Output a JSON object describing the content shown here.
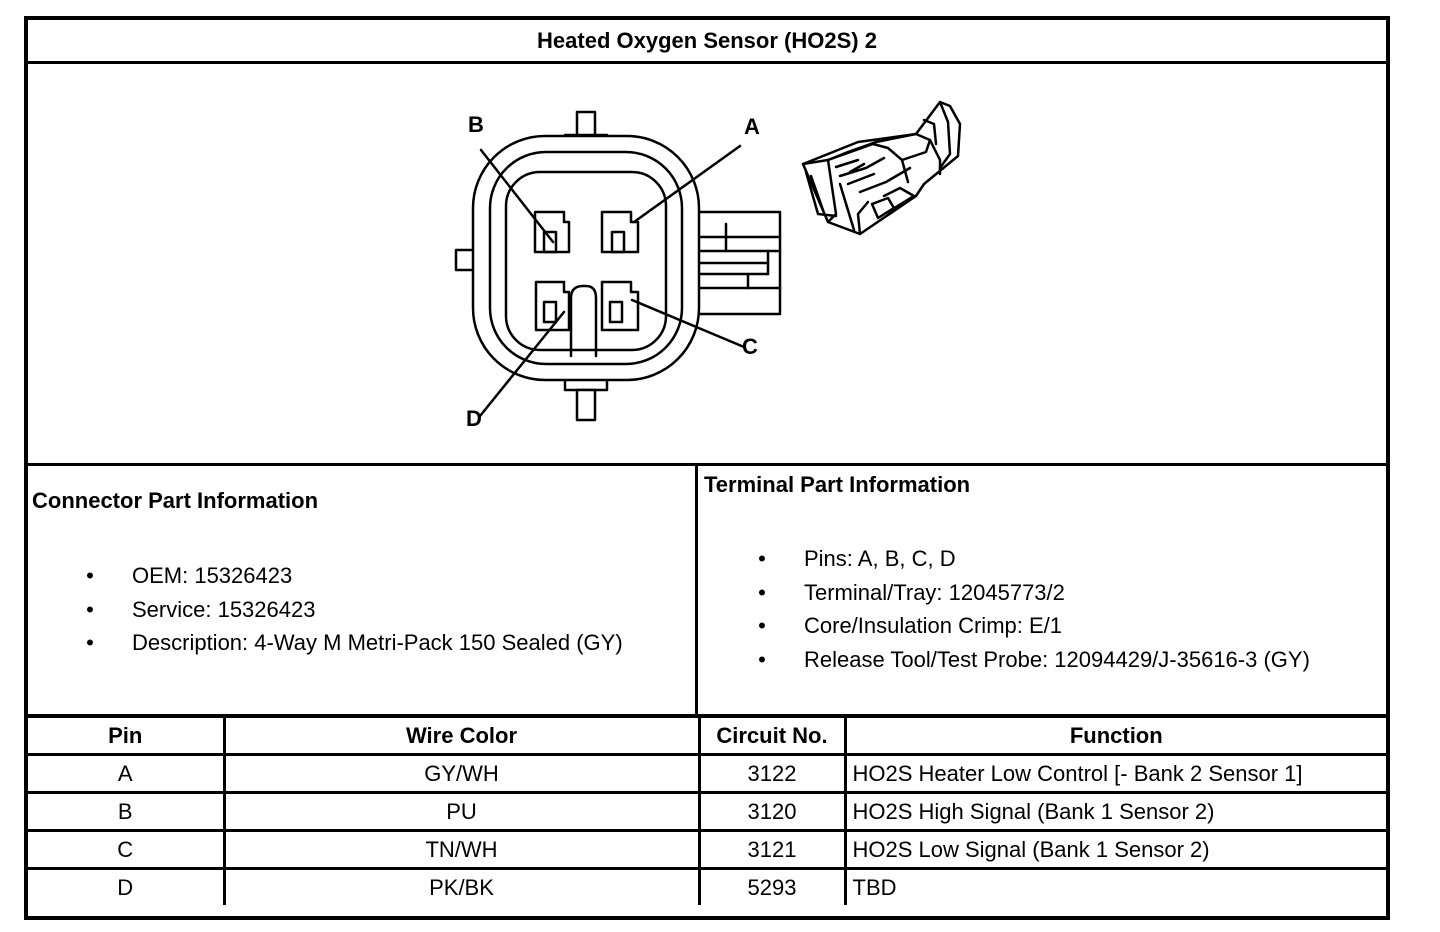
{
  "title": "Heated Oxygen Sensor (HO2S) 2",
  "diagram": {
    "pin_labels": [
      "A",
      "B",
      "C",
      "D"
    ]
  },
  "connector_info": {
    "title": "Connector Part Information",
    "items": [
      "OEM: 15326423",
      "Service: 15326423",
      "Description: 4-Way M Metri-Pack 150 Sealed (GY)"
    ]
  },
  "terminal_info": {
    "title": "Terminal Part Information",
    "items": [
      "Pins: A, B, C, D",
      "Terminal/Tray: 12045773/2",
      "Core/Insulation Crimp: E/1",
      "Release Tool/Test Probe: 12094429/J-35616-3 (GY)"
    ]
  },
  "bullet_glyph": "•",
  "table": {
    "headers": [
      "Pin",
      "Wire Color",
      "Circuit No.",
      "Function"
    ],
    "rows": [
      [
        "A",
        "GY/WH",
        "3122",
        "HO2S Heater Low Control [- Bank 2 Sensor 1]"
      ],
      [
        "B",
        "PU",
        "3120",
        "HO2S High Signal (Bank 1 Sensor 2)"
      ],
      [
        "C",
        "TN/WH",
        "3121",
        "HO2S Low Signal (Bank 1 Sensor 2)"
      ],
      [
        "D",
        "PK/BK",
        "5293",
        "TBD"
      ]
    ]
  }
}
